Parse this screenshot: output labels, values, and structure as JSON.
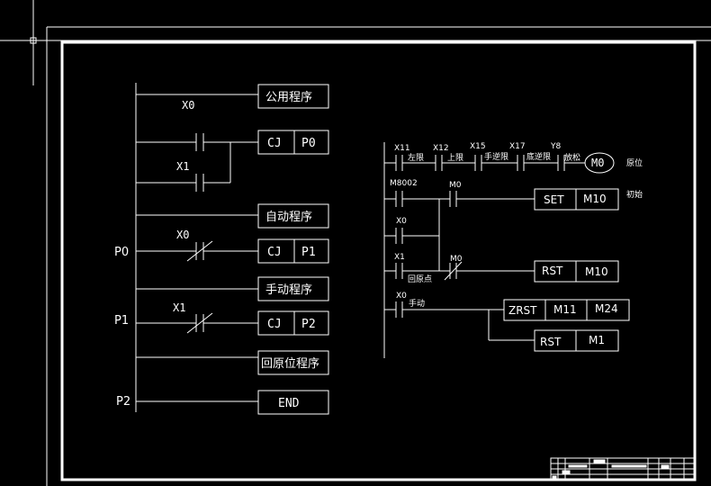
{
  "colors": {
    "background": "#000000",
    "line": "#ffffff"
  },
  "left_ladder": {
    "contacts": {
      "x0_a": "X0",
      "x1_a": "X1",
      "x0_b": "X0",
      "x1_b": "X1"
    },
    "labels": {
      "p0": "P0",
      "p1": "P1",
      "p2": "P2"
    },
    "boxes": {
      "common": "公用程序",
      "cj1_op": "CJ",
      "cj1_arg": "P0",
      "auto": "自动程序",
      "cj2_op": "CJ",
      "cj2_arg": "P1",
      "manual": "手动程序",
      "cj3_op": "CJ",
      "cj3_arg": "P2",
      "home": "回原位程序",
      "end": "END"
    }
  },
  "right_ladder": {
    "rung1": {
      "contacts": [
        {
          "name": "X11",
          "note": "左限"
        },
        {
          "name": "X12",
          "note": "上限"
        },
        {
          "name": "X15",
          "note": "手逆限"
        },
        {
          "name": "X17",
          "note": "底逆限"
        },
        {
          "name": "Y8",
          "note": "放松"
        }
      ],
      "coil": "M0",
      "coil_note": "原位"
    },
    "rung2": {
      "c1": "M8002",
      "c2": "M0",
      "op": "SET",
      "arg": "M10",
      "note": "初始"
    },
    "rung3": {
      "c1": "X0",
      "c2": "X1",
      "c2_note": "回原点",
      "c3": "M0",
      "op": "RST",
      "arg": "M10"
    },
    "rung4": {
      "c1": "X0",
      "c1_note": "手动",
      "op1": "ZRST",
      "arg1a": "M11",
      "arg1b": "M24",
      "op2": "RST",
      "arg2": "M1"
    }
  }
}
